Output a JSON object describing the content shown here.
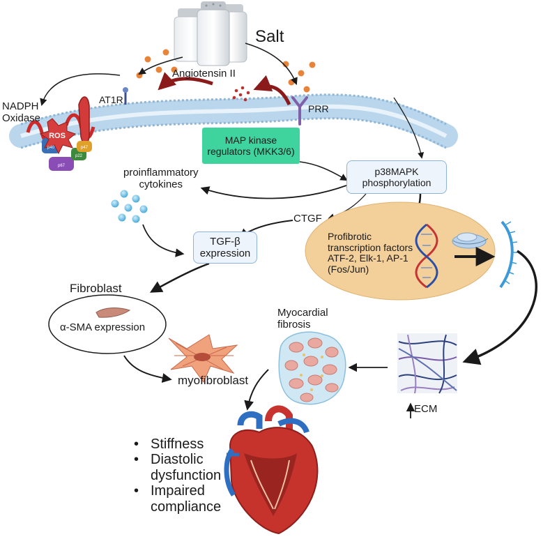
{
  "labels": {
    "salt": "Salt",
    "angiotensin": "Angiotensin II",
    "at1r": "AT1R",
    "prr": "PRR",
    "nadph": "NADPH\nOxidase",
    "ros": "ROS",
    "mapk_regulators": "MAP kinase\nregulators (MKK3/6)",
    "p38": "p38MAPK\nphosphorylation",
    "cytokines": "proinflammatory\ncytokines",
    "ctgf": "CTGF",
    "tgf": "TGF-β\nexpression",
    "transcription": "Profibrotic\ntranscription factors\nATF-2, Elk-1, AP-1\n(Fos/Jun)",
    "fibroblast": "Fibroblast",
    "asma": "α-SMA expression",
    "myofibroblast": "myofibroblast",
    "myocardial": "Myocardial\nfibrosis",
    "ecm": "ECM",
    "outcomes": [
      "Stiffness",
      "Diastolic\ndysfunction",
      "Impaired\ncompliance"
    ]
  },
  "subunits": [
    "p67",
    "p40",
    "p22",
    "p47"
  ],
  "colors": {
    "membrane": "#b9d6ec",
    "membrane_edge": "#8fb6d6",
    "green_box": "#3fd39e",
    "blue_box_border": "#8fb3d9",
    "dark_red_arrow": "#8b1a1a",
    "ros": "#d63d3d",
    "orange_dots": "#e8833a",
    "oval": "#f3cf9a",
    "fibroblast": "#c96a52",
    "prr": "#8060a8"
  }
}
